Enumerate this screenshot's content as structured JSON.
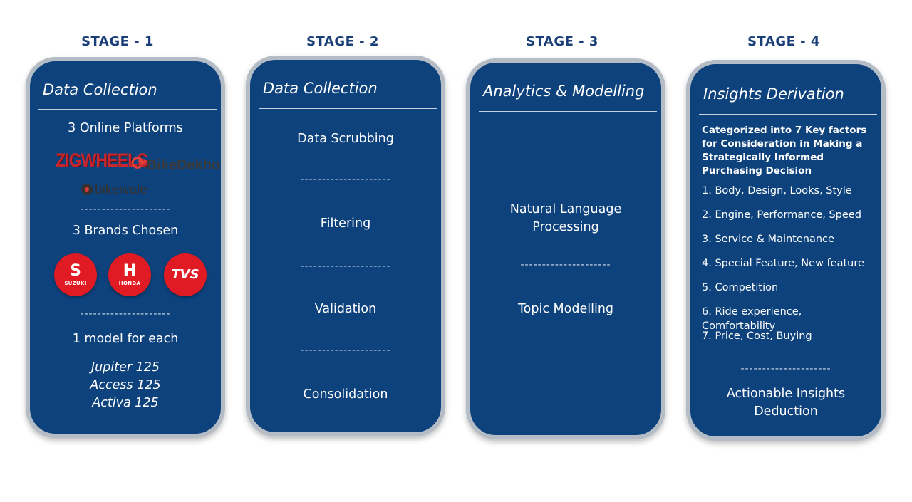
{
  "stages": [
    {
      "label": "STAGE - 1"
    },
    {
      "label": "STAGE - 2"
    },
    {
      "label": "STAGE - 3"
    },
    {
      "label": "STAGE - 4"
    }
  ],
  "stage1": {
    "title": "Data Collection",
    "platforms_heading": "3 Online Platforms",
    "platform_logos": [
      "ZIGWHEELS",
      "BikeDekho",
      "bikewale"
    ],
    "separator": "---------------------",
    "brands_heading": "3 Brands Chosen",
    "brand_logos": [
      {
        "symbol": "S",
        "name": "SUZUKI"
      },
      {
        "symbol": "H",
        "name": "HONDA"
      },
      {
        "symbol": "TVS",
        "name": ""
      }
    ],
    "models_heading": "1 model for each",
    "models": [
      "Jupiter 125",
      "Access 125",
      "Activa 125"
    ]
  },
  "stage2": {
    "title": "Data Collection",
    "steps": [
      "Data Scrubbing",
      "Filtering",
      "Validation",
      "Consolidation"
    ],
    "separator": "---------------------"
  },
  "stage3": {
    "title": "Analytics & Modelling",
    "step1_line1": "Natural Language",
    "step1_line2": "Processing",
    "step2": "Topic Modelling",
    "separator": "---------------------"
  },
  "stage4": {
    "title": "Insights Derivation",
    "heading": "Categorized into 7 Key factors for Consideration in Making a Strategically Informed Purchasing Decision",
    "factors": [
      "1. Body, Design, Looks, Style",
      "2. Engine, Performance, Speed",
      "3. Service & Maintenance",
      "4. Special Feature, New feature",
      "5. Competition",
      "6. Ride experience, Comfortability",
      "7. Price, Cost, Buying"
    ],
    "separator": "---------------------",
    "outcome_line1": "Actionable Insights",
    "outcome_line2": "Deduction"
  },
  "colors": {
    "card": "#0e427c",
    "border": "#b4bcc6",
    "stage_label": "#1a3f78",
    "brand_red": "#e01b24"
  }
}
